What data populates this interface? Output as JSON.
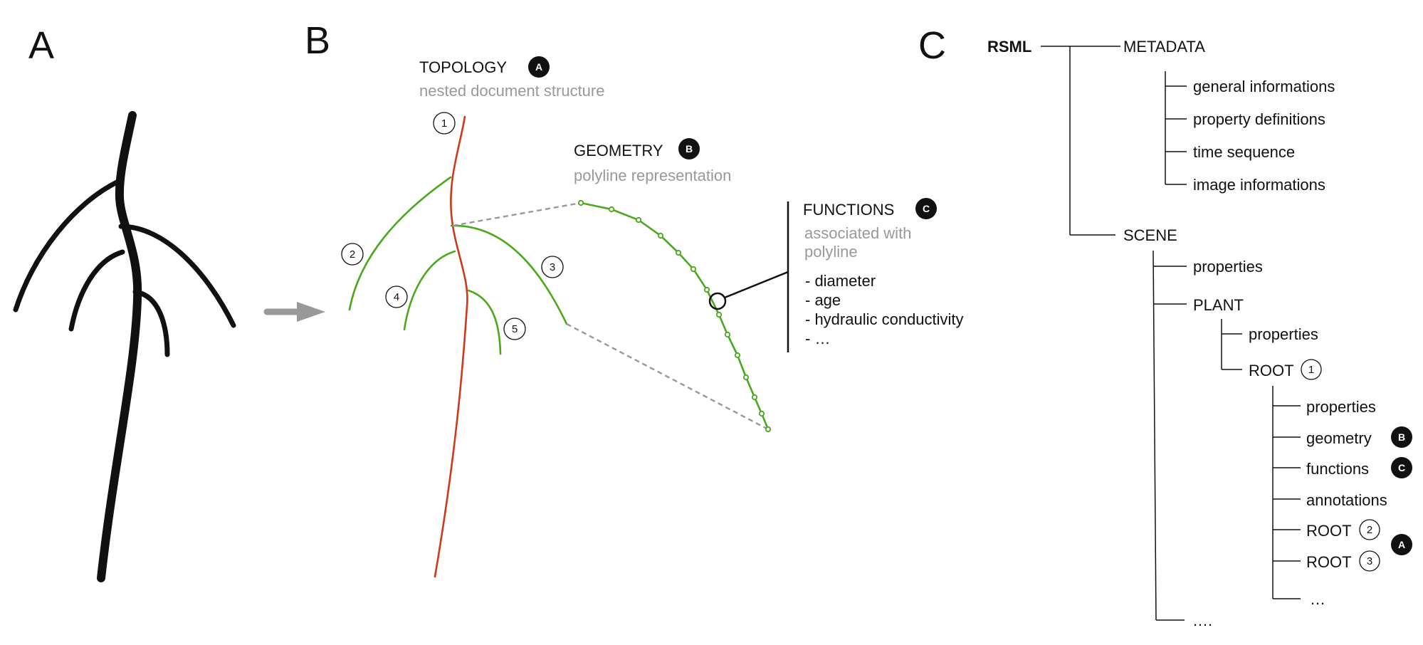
{
  "panels": {
    "a": "A",
    "b": "B",
    "c": "C"
  },
  "topology": {
    "title": "TOPOLOGY",
    "badge": "A",
    "subtitle": "nested document structure"
  },
  "geometry": {
    "title": "GEOMETRY",
    "badge": "B",
    "subtitle": "polyline representation"
  },
  "functions": {
    "title": "FUNCTIONS",
    "badge": "C",
    "subtitle_1": "associated with",
    "subtitle_2": "polyline",
    "items": [
      "- diameter",
      "- age",
      "- hydraulic conductivity",
      "- …"
    ]
  },
  "root_numbers": [
    "1",
    "2",
    "3",
    "4",
    "5"
  ],
  "tree": {
    "root": "RSML",
    "metadata": "METADATA",
    "metadata_items": [
      "general informations",
      "property definitions",
      "time sequence",
      "image informations"
    ],
    "scene": "SCENE",
    "scene_properties": "properties",
    "plant": "PLANT",
    "plant_properties": "properties",
    "root_node": "ROOT",
    "root_node_num": "1",
    "root_children": [
      "properties",
      "geometry",
      "functions",
      "annotations"
    ],
    "geometry_badge": "B",
    "functions_badge": "C",
    "subroot_2": "ROOT",
    "subroot_2_num": "2",
    "subroot_3": "ROOT",
    "subroot_3_num": "3",
    "subroots_badge": "A",
    "root_more": "…",
    "scene_more": "…."
  },
  "colors": {
    "primary_root": "#cc3a1a",
    "lateral_root": "#4aa81c",
    "arrow": "#999999",
    "dash": "#999999",
    "ink": "#111111"
  }
}
